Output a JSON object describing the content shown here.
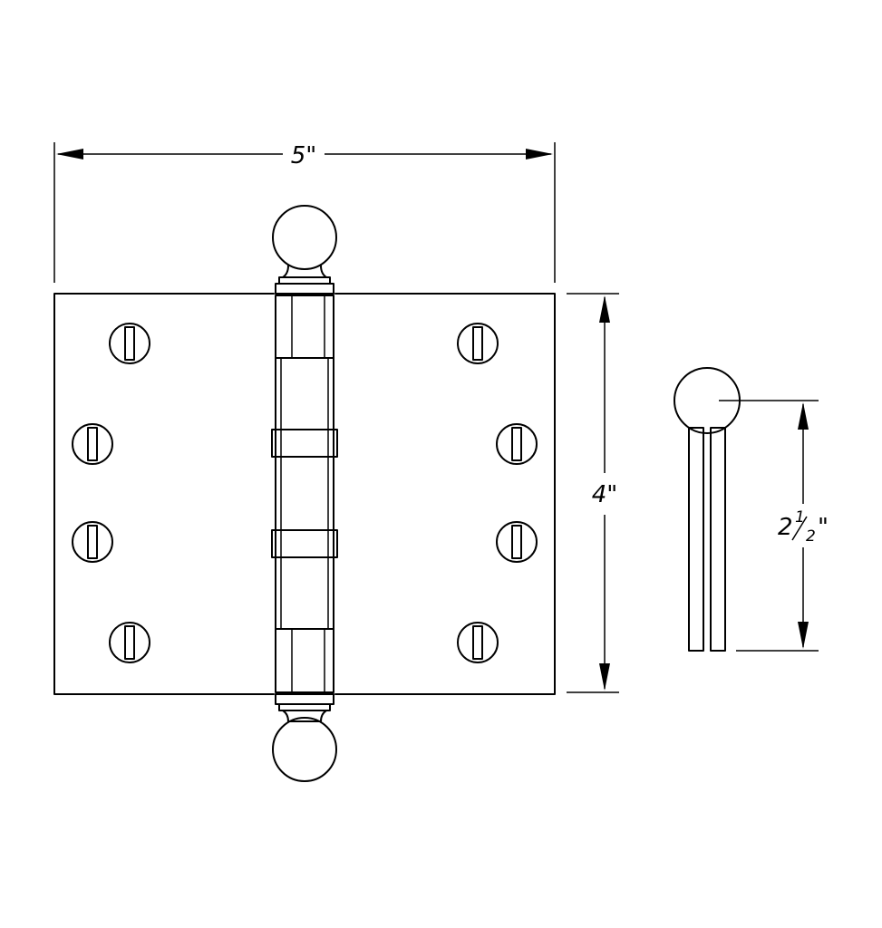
{
  "dimensions": {
    "width_label": "5\"",
    "height_label": "4\"",
    "side_whole": "2",
    "side_num": "1",
    "side_den": "2",
    "side_inch": "\""
  },
  "icons": {
    "screw": "slotted-screw-icon",
    "finial": "ball-tip-finial-icon"
  },
  "colors": {
    "line": "#000000",
    "background": "#ffffff"
  }
}
